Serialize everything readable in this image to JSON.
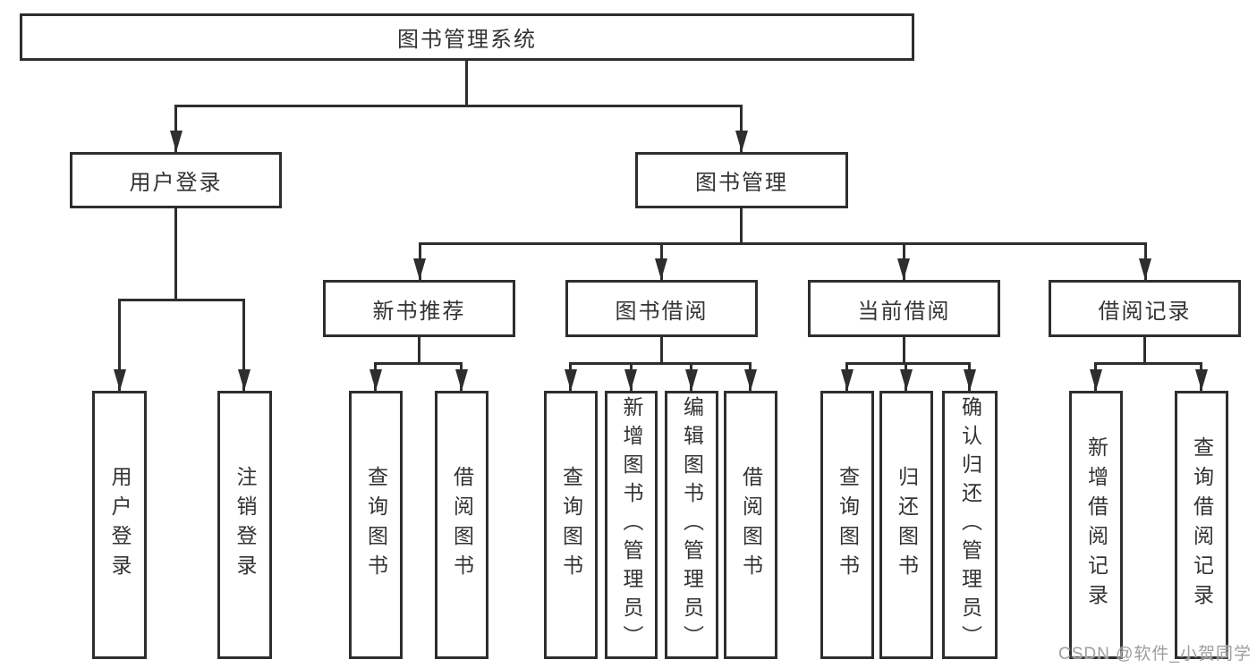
{
  "diagram": {
    "type": "hierarchy-tree",
    "root": "图书管理系统",
    "level2": {
      "user_login": "用户登录",
      "book_mgmt": "图书管理"
    },
    "level3": {
      "new_book_rec": "新书推荐",
      "book_borrow": "图书借阅",
      "current_borrow": "当前借阅",
      "borrow_records": "借阅记录"
    },
    "leaves": {
      "user_login_children": [
        "用户登录",
        "注销登录"
      ],
      "new_book_rec_children": [
        "查询图书",
        "借阅图书"
      ],
      "book_borrow_children": [
        "查询图书",
        "新增图书（管理员）",
        "编辑图书（管理员）",
        "借阅图书"
      ],
      "current_borrow_children": [
        "查询图书",
        "归还图书",
        "确认归还（管理员）"
      ],
      "borrow_records_children": [
        "新增借阅记录",
        "查询借阅记录"
      ]
    }
  },
  "watermark": {
    "text": "CSDN @软件_小贺同学"
  },
  "colors": {
    "line": "#2e2e2e",
    "text": "#333333",
    "box_background": "#ffffff",
    "page_background": "#ffffff",
    "watermark": "#9e9e9e"
  }
}
